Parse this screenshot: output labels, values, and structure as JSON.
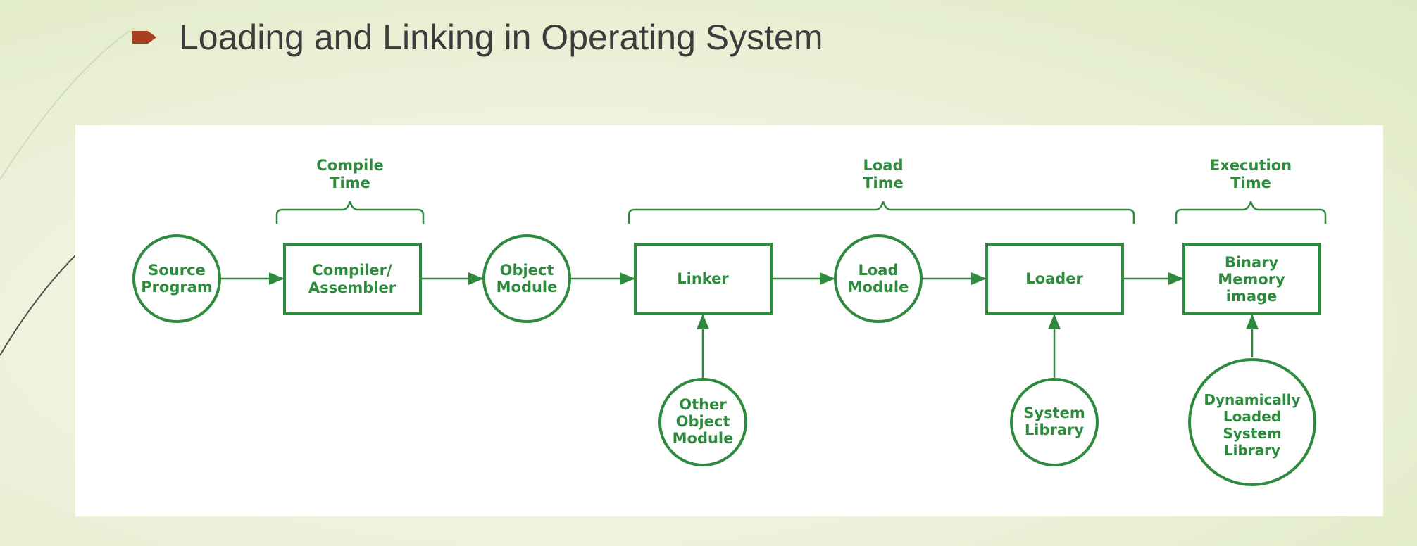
{
  "slide": {
    "title": "Loading and Linking in Operating System"
  },
  "diagram": {
    "phases": {
      "compile": [
        "Compile",
        "Time"
      ],
      "load": [
        "Load",
        "Time"
      ],
      "execution": [
        "Execution",
        "Time"
      ]
    },
    "nodes": {
      "source_program": [
        "Source",
        "Program"
      ],
      "compiler": [
        "Compiler/",
        "Assembler"
      ],
      "object_module": [
        "Object",
        "Module"
      ],
      "linker": [
        "Linker"
      ],
      "load_module": [
        "Load",
        "Module"
      ],
      "loader": [
        "Loader"
      ],
      "binary_image": [
        "Binary",
        "Memory",
        "image"
      ],
      "other_object_module": [
        "Other",
        "Object",
        "Module"
      ],
      "system_library": [
        "System",
        "Library"
      ],
      "dynamic_library": [
        "Dynamically",
        "Loaded",
        "System",
        "Library"
      ]
    },
    "colors": {
      "accent": "#2e8b3e",
      "bullet": "#a8401f"
    }
  }
}
